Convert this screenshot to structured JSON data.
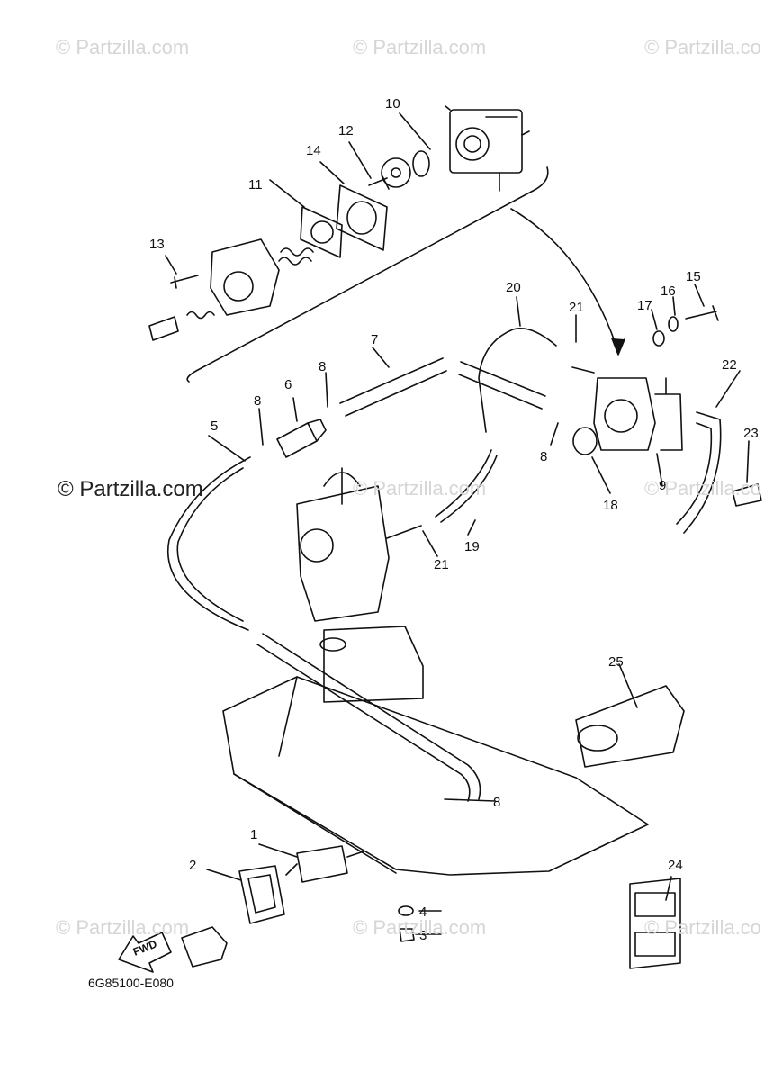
{
  "watermarks": {
    "top_left": "© Partzilla.com",
    "top_center": "© Partzilla.com",
    "top_right": "© Partzilla.co",
    "mid_left": "© Partzilla.com",
    "mid_center": "© Partzilla.com",
    "mid_right": "© Partzilla.co",
    "bottom_left": "© Partzilla.com",
    "bottom_center": "© Partzilla.com",
    "bottom_right": "© Partzilla.co"
  },
  "callouts": [
    "1",
    "2",
    "3",
    "4",
    "5",
    "6",
    "7",
    "8",
    "8",
    "8",
    "8",
    "9",
    "10",
    "11",
    "12",
    "13",
    "14",
    "15",
    "16",
    "17",
    "18",
    "19",
    "20",
    "21",
    "21",
    "22",
    "23",
    "24",
    "25"
  ],
  "fwd_label": "FWD",
  "diagram_code": "6G85100-E080"
}
